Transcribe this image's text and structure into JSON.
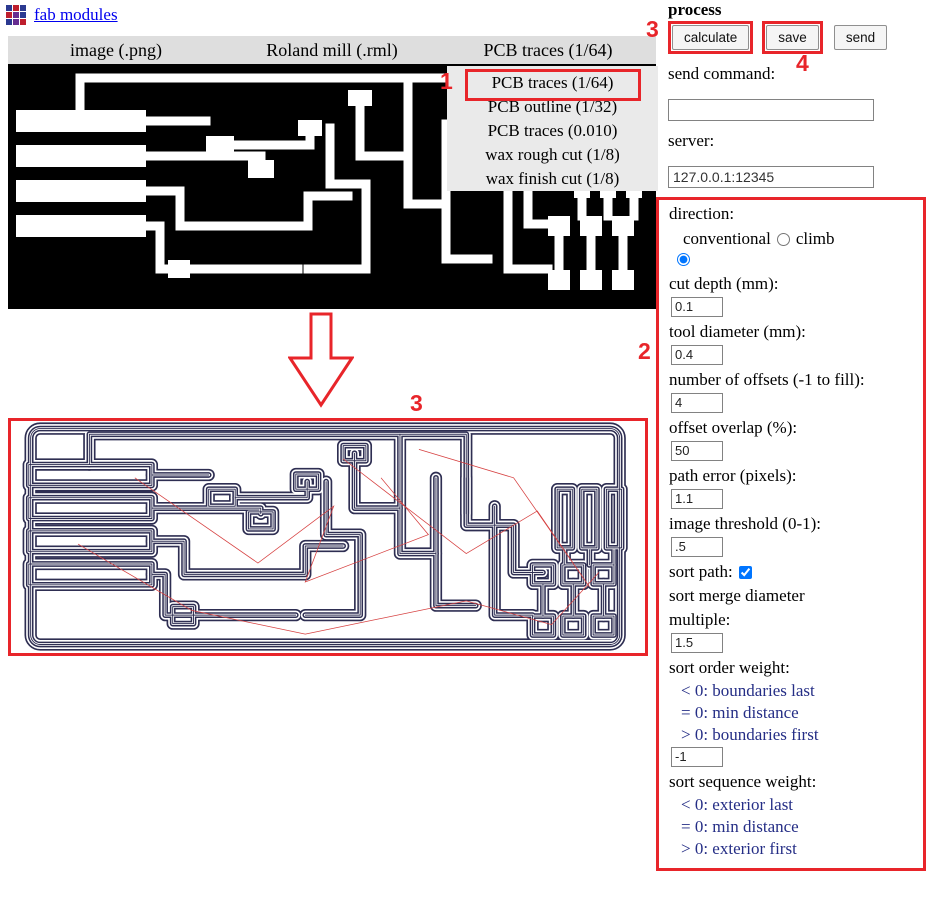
{
  "colors": {
    "annotation_red": "#e8252a",
    "link_blue": "#0000ee"
  },
  "header": {
    "link_label": "fab modules"
  },
  "workflow": {
    "input_label": "image (.png)",
    "machine_label": "Roland mill (.rml)",
    "process_label": "PCB traces (1/64)"
  },
  "output_options": {
    "items": [
      "PCB traces (1/64)",
      "PCB outline (1/32)",
      "PCB traces (0.010)",
      "wax rough cut (1/8)",
      "wax finish cut (1/8)"
    ]
  },
  "annotations": {
    "step1": "1",
    "step2": "2",
    "step3": "3",
    "step4": "4"
  },
  "panel": {
    "title": "process",
    "buttons": {
      "calculate": "calculate",
      "save": "save",
      "send": "send"
    },
    "send_command": {
      "label": "send command:",
      "value": ""
    },
    "server": {
      "label": "server:",
      "value": "127.0.0.1:12345"
    },
    "fields": {
      "direction": {
        "label": "direction:",
        "conventional": "conventional",
        "climb": "climb",
        "selected": "conventional"
      },
      "cut_depth": {
        "label": "cut depth (mm):",
        "value": "0.1"
      },
      "tool_diameter": {
        "label": "tool diameter (mm):",
        "value": "0.4"
      },
      "num_offsets": {
        "label": "number of offsets (-1 to fill):",
        "value": "4"
      },
      "offset_overlap": {
        "label": "offset overlap (%):",
        "value": "50"
      },
      "path_error": {
        "label": "path error (pixels):",
        "value": "1.1"
      },
      "image_threshold": {
        "label": "image threshold (0-1):",
        "value": ".5"
      },
      "sort_path": {
        "label": "sort path:",
        "checked": true
      },
      "sort_merge": {
        "label": "sort merge diameter multiple:",
        "value": "1.5"
      },
      "sort_order_weight": {
        "label": "sort order weight:",
        "hint_lt": "< 0: boundaries last",
        "hint_eq": "= 0: min distance",
        "hint_gt": "> 0: boundaries first",
        "value": "-1"
      },
      "sort_sequence_weight": {
        "label": "sort sequence weight:",
        "hint_lt": "< 0: exterior last",
        "hint_eq": "= 0: min distance",
        "hint_gt": "> 0: exterior first"
      }
    }
  }
}
